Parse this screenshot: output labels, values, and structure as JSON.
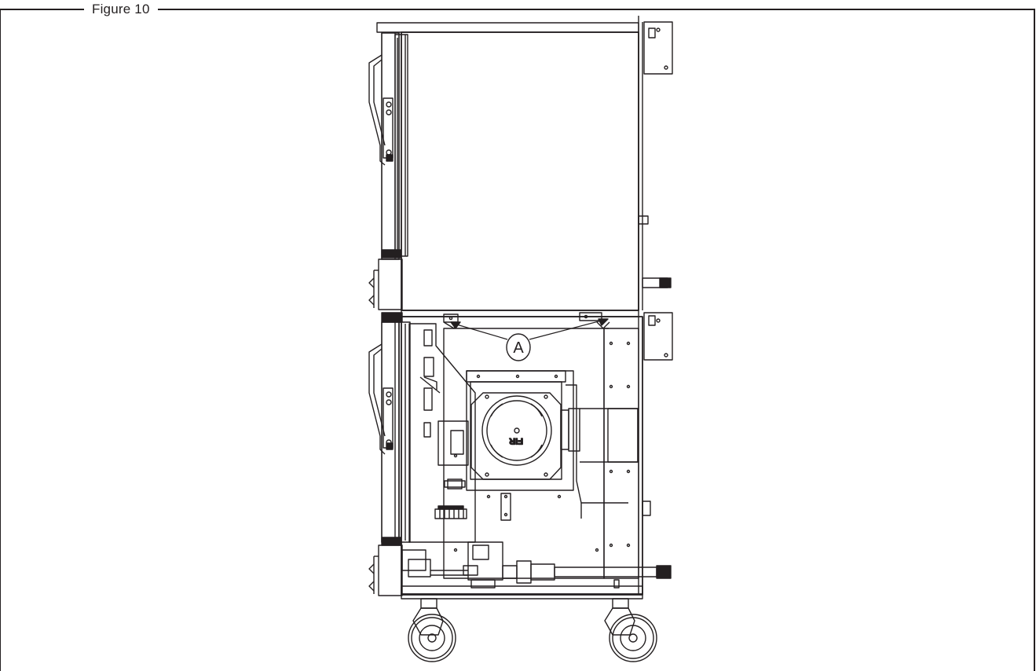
{
  "figure": {
    "label": "Figure 10"
  },
  "callouts": [
    {
      "id": "A",
      "letter": "A"
    }
  ],
  "markings": {
    "motor_label": "FIR"
  },
  "colors": {
    "line": "#231f20",
    "background": "#ffffff"
  }
}
